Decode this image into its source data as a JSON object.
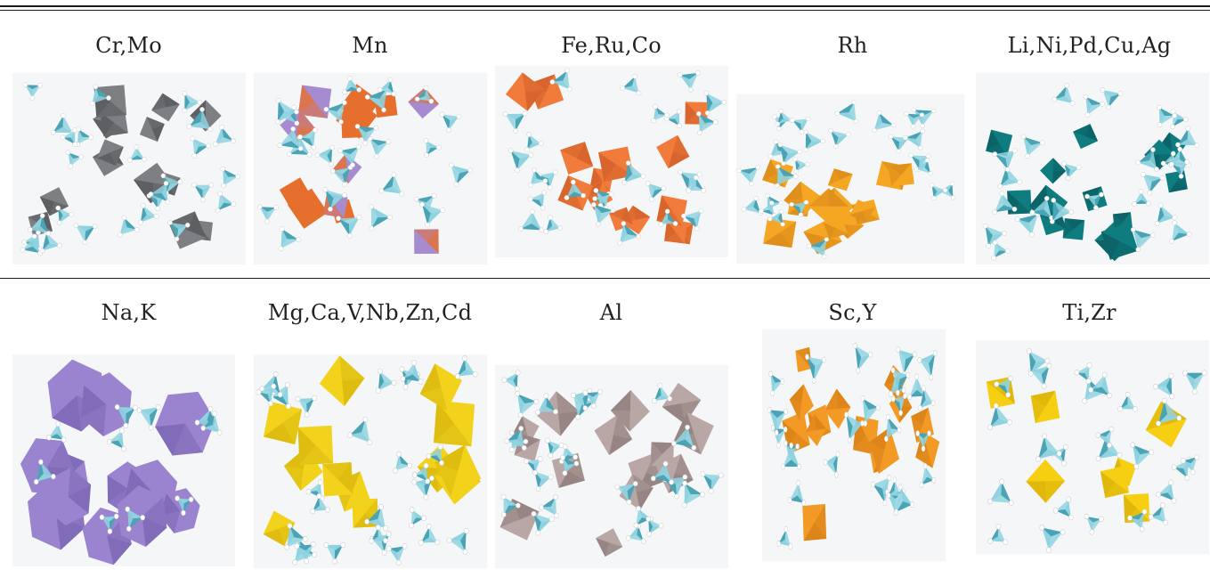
{
  "table": {
    "rows": [
      {
        "cells": [
          {
            "label": "Cr,Mo",
            "polyhedra_color": "#7d7f82",
            "dark_color": "#55585b",
            "style": "mixed-gray"
          },
          {
            "label": "Mn",
            "polyhedra_color": "#a78bd0",
            "dark_color": "#e76f2e",
            "style": "purple-orange"
          },
          {
            "label": "Fe,Ru,Co",
            "polyhedra_color": "#f07b3a",
            "dark_color": "#d2602a",
            "style": "orange"
          },
          {
            "label": "Rh",
            "polyhedra_color": "#f5a623",
            "dark_color": "#d8891a",
            "style": "amber-layers"
          },
          {
            "label": "Li,Ni,Pd,Cu,Ag",
            "polyhedra_color": "#0f7d80",
            "dark_color": "#0b5e61",
            "style": "teal"
          }
        ]
      },
      {
        "cells": [
          {
            "label": "Na,K",
            "polyhedra_color": "#9b84cf",
            "dark_color": "#7b66b3",
            "style": "purple-octahedra"
          },
          {
            "label": "Mg,Ca,V,Nb,Zn,Cd",
            "polyhedra_color": "#f2d21b",
            "dark_color": "#d8b80e",
            "style": "yellow"
          },
          {
            "label": "Al",
            "polyhedra_color": "#b9a7a6",
            "dark_color": "#8f7d7c",
            "style": "mauve"
          },
          {
            "label": "Sc,Y",
            "polyhedra_color": "#f39a26",
            "dark_color": "#d77f17",
            "style": "orange-stacked"
          },
          {
            "label": "Ti,Zr",
            "polyhedra_color": "#f6cf12",
            "dark_color": "#d9b10a",
            "style": "yellow-sparse"
          }
        ]
      }
    ],
    "ligand_color": "#8fd3e0",
    "ligand_dark": "#4aa4b5",
    "hydrogen_color": "#ffffff"
  }
}
